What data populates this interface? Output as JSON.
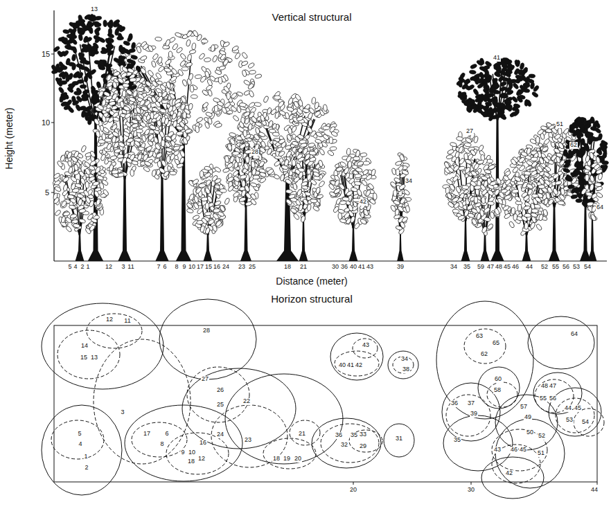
{
  "diagram": {
    "labels": [
      "Vertical structural",
      "Height (meter)",
      "15",
      "10",
      "5",
      "Distance (meter)",
      "5",
      "4",
      "2",
      "1",
      "12",
      "3",
      "11",
      "7",
      "6",
      "8",
      "9",
      "10",
      "17",
      "15",
      "16",
      "24",
      "23",
      "25",
      "18",
      "21",
      "30",
      "36",
      "40",
      "41",
      "43",
      "39",
      "34",
      "35",
      "59",
      "47",
      "48",
      "45",
      "46",
      "44",
      "52",
      "55",
      "56",
      "53",
      "54",
      "13",
      "41",
      "27",
      "51",
      "62",
      "64",
      "28",
      "42",
      "34",
      "Horizon structural",
      "12",
      "11",
      "14",
      "15",
      "13",
      "28",
      "27",
      "26",
      "25",
      "22",
      "24",
      "23",
      "5",
      "4",
      "1",
      "2",
      "3",
      "17",
      "6",
      "8",
      "16",
      "9",
      "10",
      "18",
      "12",
      "18",
      "19",
      "20",
      "21",
      "36",
      "32",
      "35",
      "33",
      "29",
      "31",
      "43",
      "40",
      "41",
      "42",
      "34",
      "38",
      "63",
      "65",
      "62",
      "64",
      "60",
      "58",
      "48",
      "47",
      "55",
      "56",
      "36",
      "37",
      "39",
      "57",
      "49",
      "44",
      "45",
      "53",
      "54",
      "35",
      "50",
      "52",
      "51",
      "43",
      "46",
      "45",
      "42",
      "20",
      "30",
      "44"
    ]
  }
}
